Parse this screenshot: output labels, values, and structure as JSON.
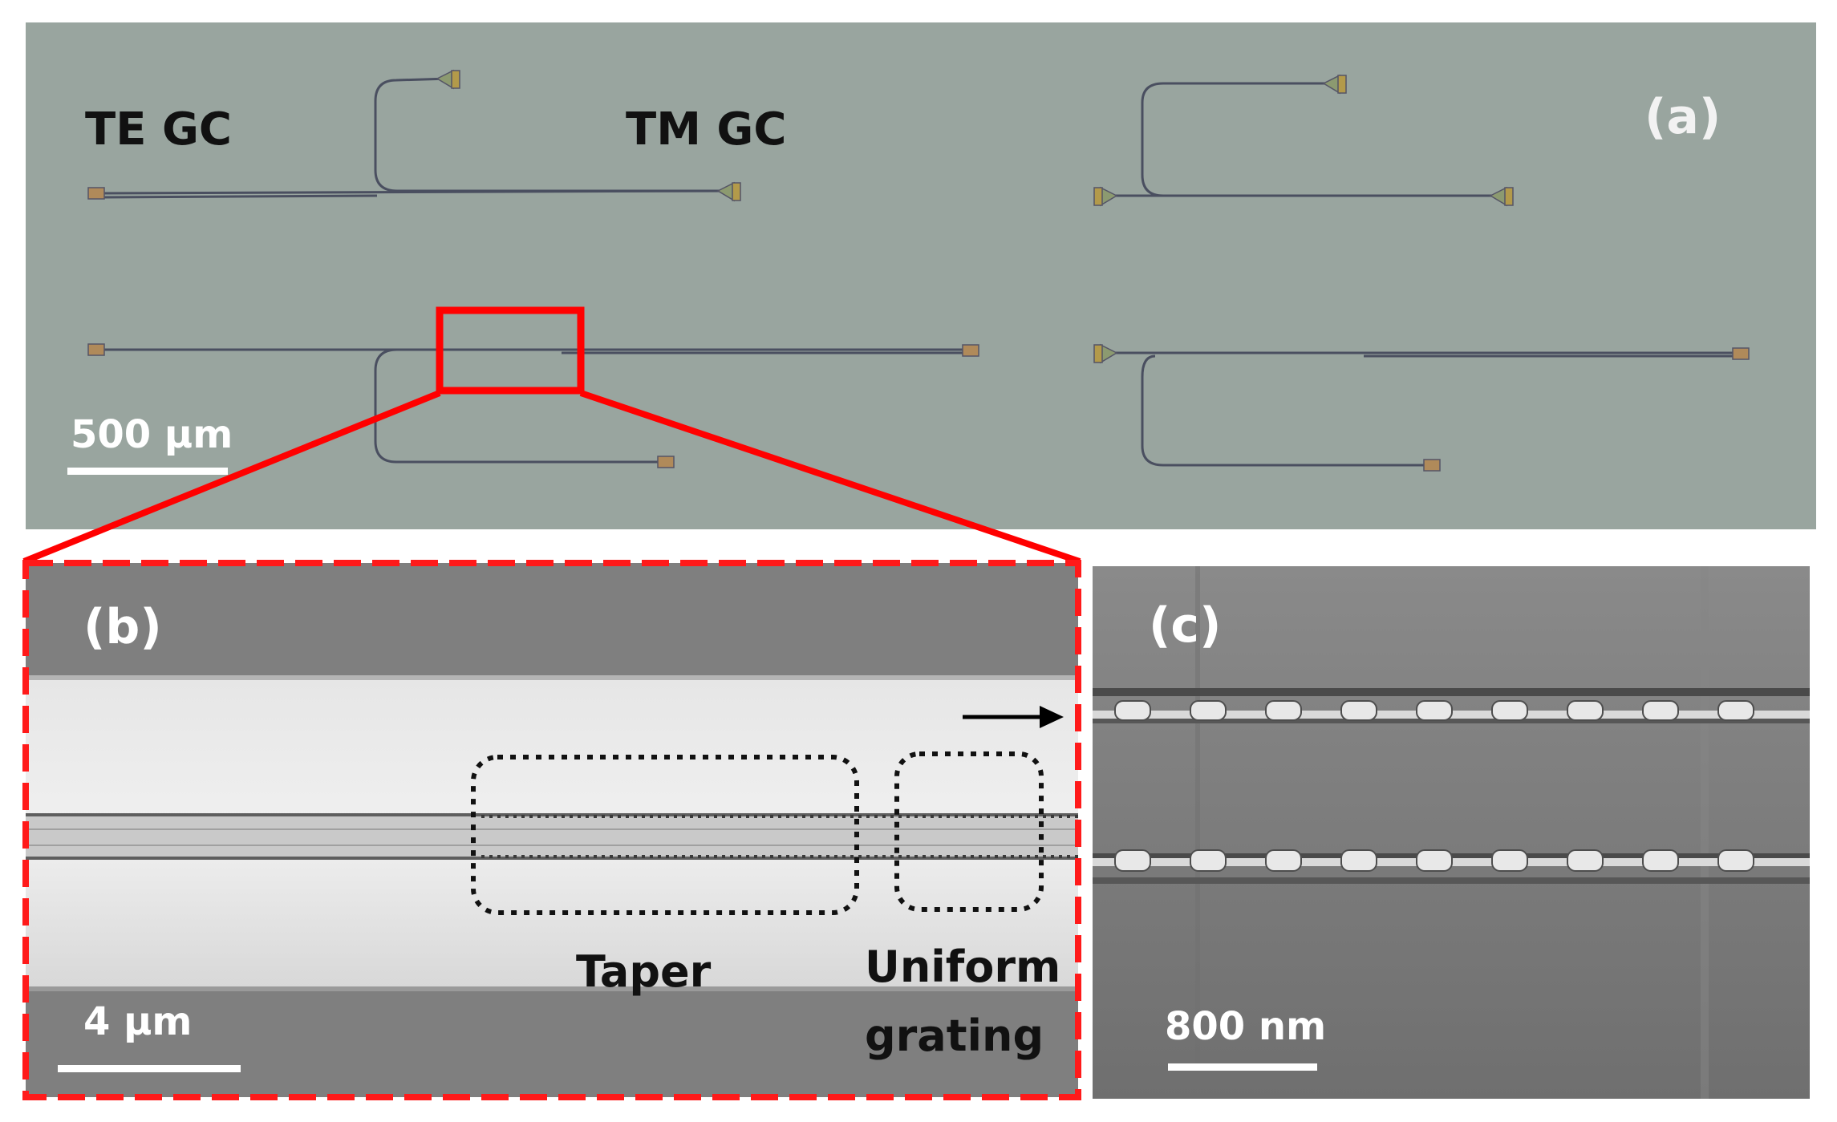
{
  "panel_a": {
    "letter": "(a)",
    "label_te": "TE GC",
    "label_tm": "TM GC",
    "scale_label": "500 µm",
    "background_color": "#99a59f",
    "waveguide_color": "#4a4f60",
    "highlight_color": "#ff0000"
  },
  "panel_b": {
    "letter": "(b)",
    "label_taper": "Taper",
    "label_uniform_line1": "Uniform",
    "label_uniform_line2": "grating",
    "scale_label": "4 µm",
    "background_color": "#7f7f7f",
    "waveguide_area_color": "#dcdcdc"
  },
  "panel_c": {
    "letter": "(c)",
    "scale_label": "800 nm",
    "background_color": "#7b7b7b"
  }
}
